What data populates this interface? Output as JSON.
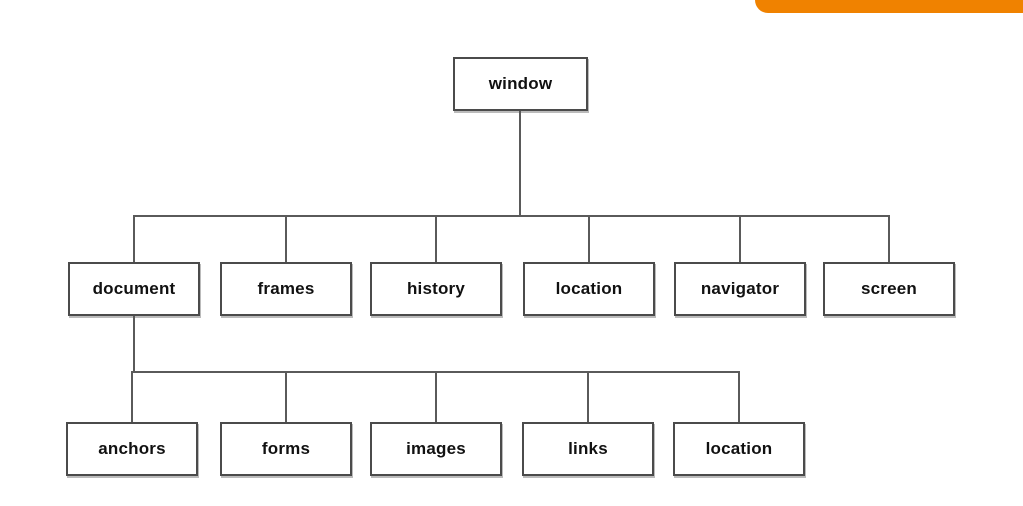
{
  "colors": {
    "banner_orange": "#F08200",
    "line_gray": "#5a5a5a",
    "box_border_gray": "#4b4b4b",
    "text_black": "#111111"
  },
  "tree": {
    "root": {
      "label": "window"
    },
    "level2": [
      {
        "label": "document"
      },
      {
        "label": "frames"
      },
      {
        "label": "history"
      },
      {
        "label": "location"
      },
      {
        "label": "navigator"
      },
      {
        "label": "screen"
      }
    ],
    "level3": [
      {
        "label": "anchors"
      },
      {
        "label": "forms"
      },
      {
        "label": "images"
      },
      {
        "label": "links"
      },
      {
        "label": "location"
      }
    ]
  }
}
